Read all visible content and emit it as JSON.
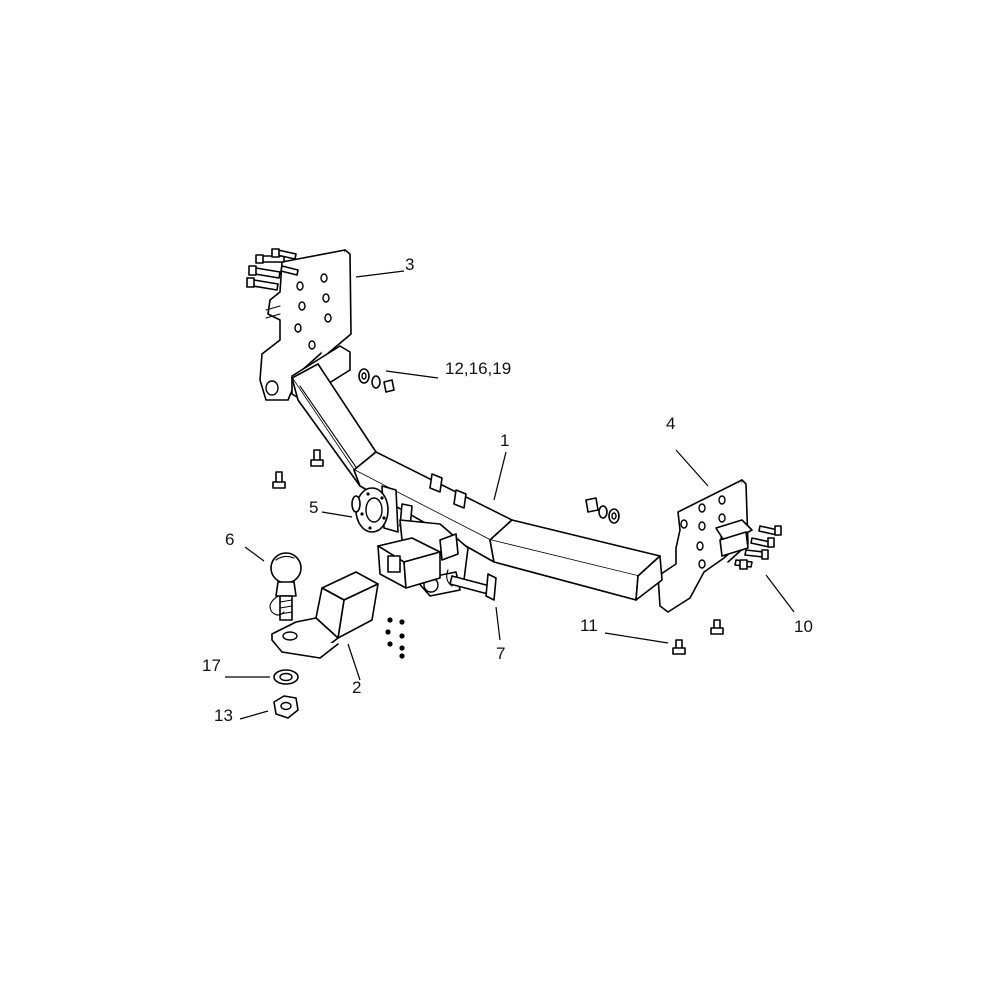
{
  "diagram": {
    "callouts": {
      "main_beam": "1",
      "ball_mount_bracket": "2",
      "left_side_bracket": "3",
      "right_side_bracket": "4",
      "socket_plate": "5",
      "tow_ball": "6",
      "hitch_pin": "7",
      "right_bolts": "10",
      "bolt_11": "11",
      "washer_nut_set": "12,16,19",
      "ball_nut": "13",
      "ball_washer": "17"
    },
    "colors": {
      "line": "#000000",
      "background": "#ffffff"
    }
  }
}
